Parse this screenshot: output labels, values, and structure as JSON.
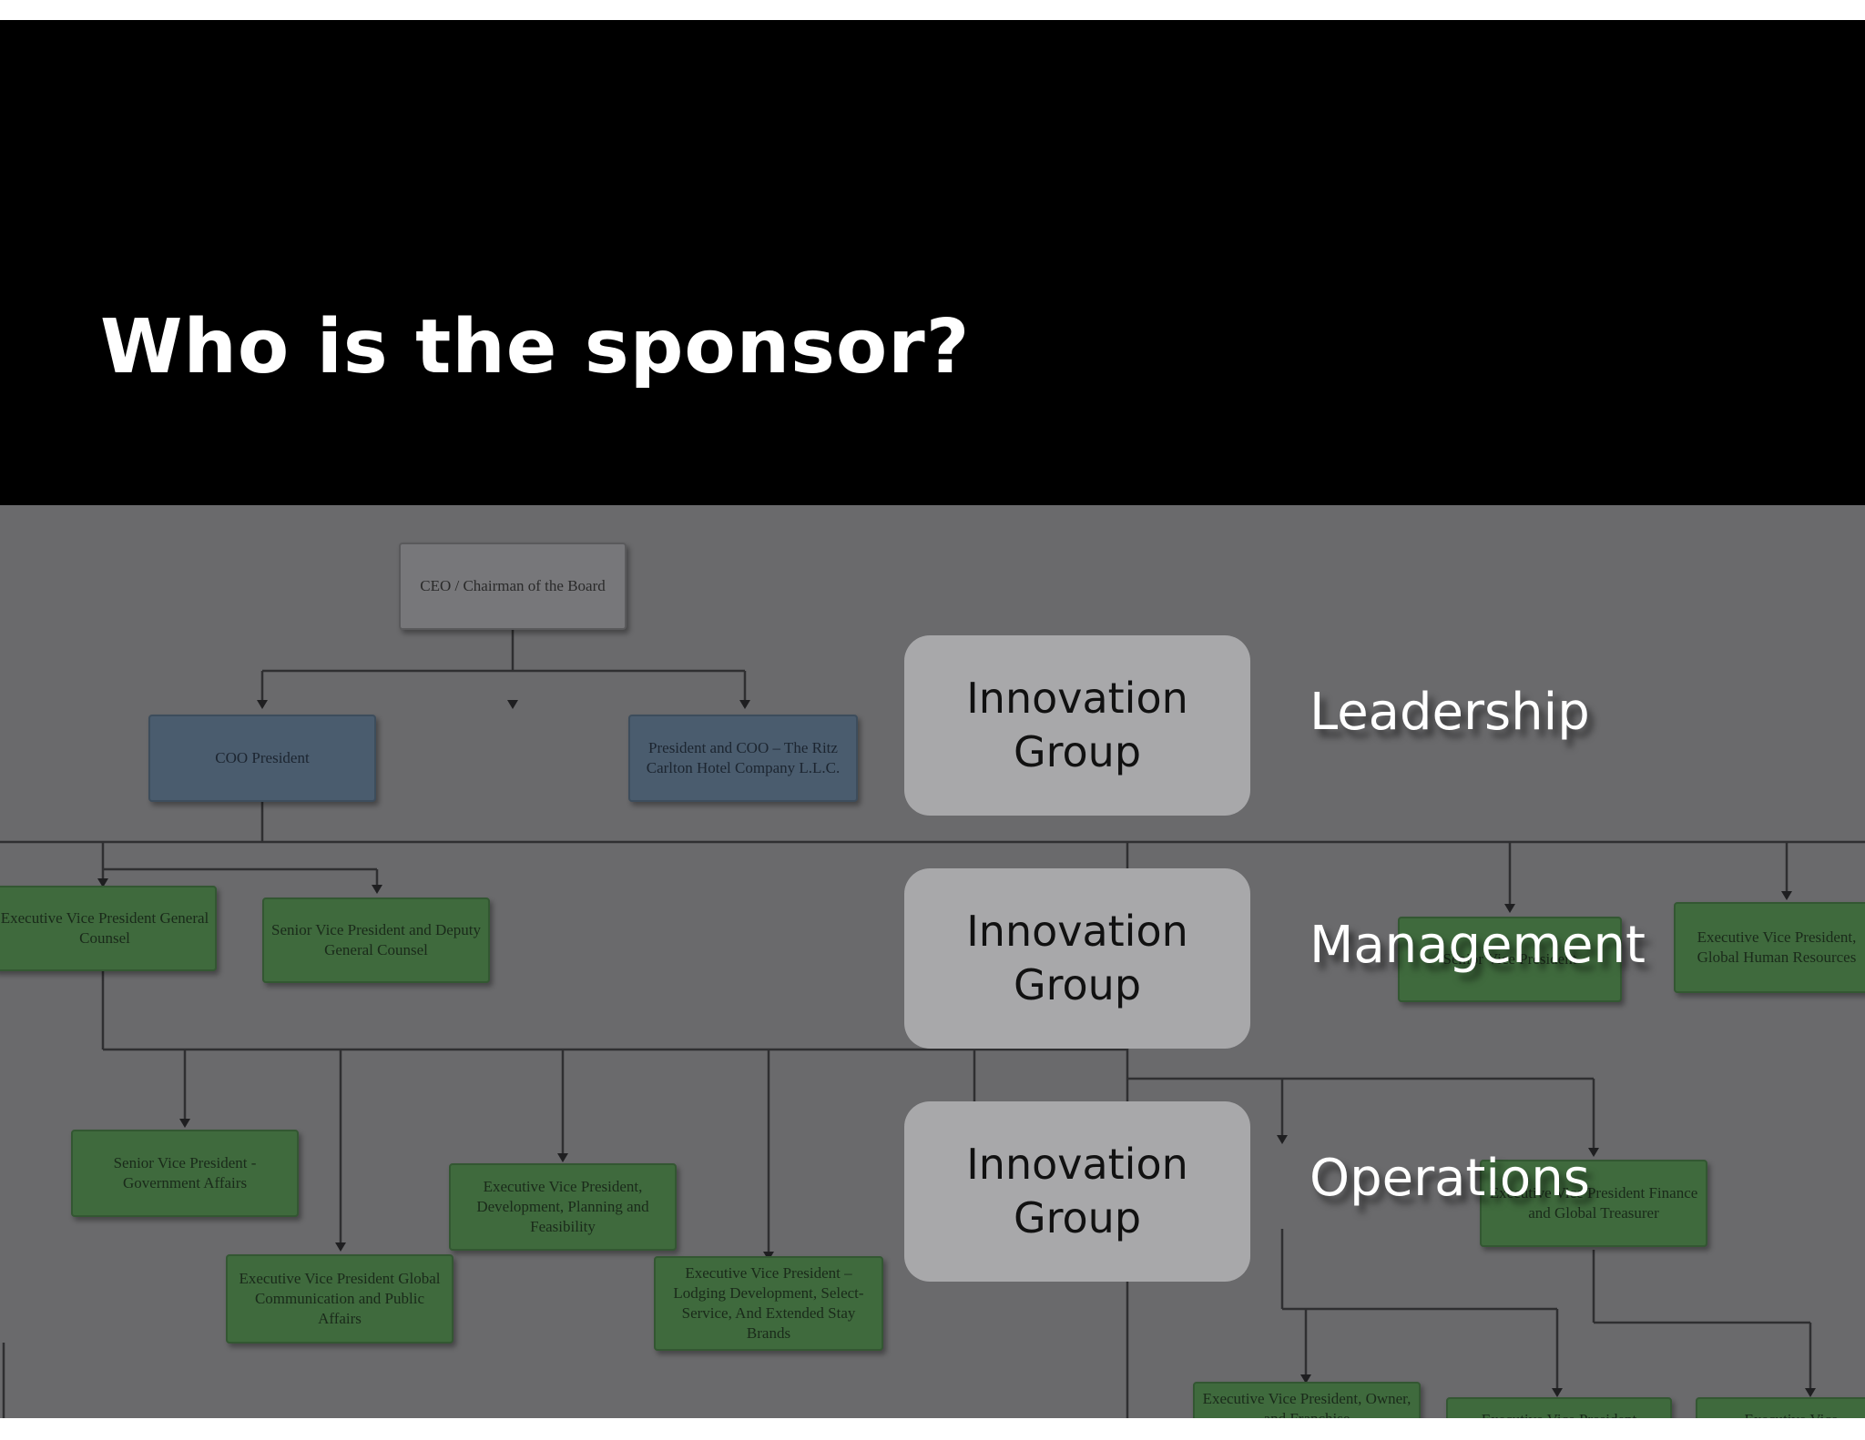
{
  "slide": {
    "title": "Who is the sponsor?"
  },
  "org_chart": {
    "boxes": [
      {
        "text": "CEO / Chairman of the Board",
        "color": "#77777a"
      },
      {
        "text": "COO President",
        "color": "#4a5c6e"
      },
      {
        "text": "President and COO – The Ritz Carlton Hotel Company L.L.C.",
        "color": "#4a5c6e"
      },
      {
        "text": "Executive Vice President General Counsel",
        "color": "#3f6a3d"
      },
      {
        "text": "Senior Vice President and Deputy General Counsel",
        "color": "#3f6a3d"
      },
      {
        "text": "Senior Vice President",
        "color": "#3f6a3d"
      },
      {
        "text": "Executive Vice President, Global Human Resources",
        "color": "#3f6a3d"
      },
      {
        "text": "Senior Vice President - Government Affairs",
        "color": "#3f6a3d"
      },
      {
        "text": "Executive Vice President, Development, Planning and Feasibility",
        "color": "#3f6a3d"
      },
      {
        "text": "Executive Vice President Global Communication and Public Affairs",
        "color": "#3f6a3d"
      },
      {
        "text": "Executive Vice President – Lodging Development, Select-Service, And Extended Stay Brands",
        "color": "#3f6a3d"
      },
      {
        "text": "Executive Vice President Finance and Global Treasurer",
        "color": "#3f6a3d"
      },
      {
        "text": "Executive Vice President, Owner, and Franchise",
        "color": "#3f6a3d"
      },
      {
        "text": "Executive Vice President",
        "color": "#3f6a3d"
      },
      {
        "text": "Executive Vice",
        "color": "#3f6a3d"
      }
    ]
  },
  "overlay": {
    "groups": [
      {
        "box_text": "Innovation\nGroup",
        "label": "Leadership"
      },
      {
        "box_text": "Innovation\nGroup",
        "label": "Management"
      },
      {
        "box_text": "Innovation\nGroup",
        "label": "Operations"
      }
    ]
  },
  "colors": {
    "title_bar": "#000000",
    "chart_background": "#6a6a6c",
    "innovation_box": "#a8a8aa",
    "label_text": "#ffffff"
  }
}
